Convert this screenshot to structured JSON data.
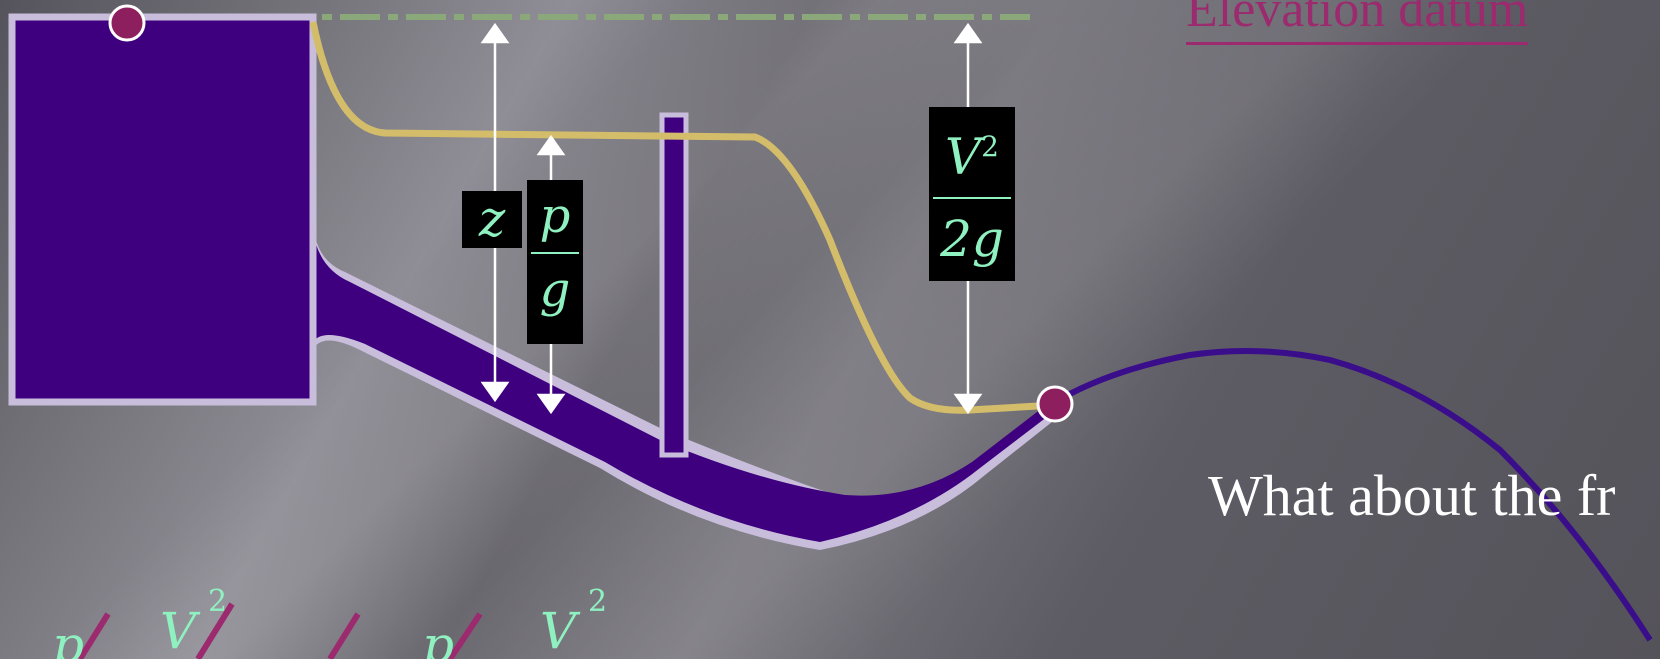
{
  "labels": {
    "elevation_datum": "Elevation datum",
    "question": "What about the fr",
    "z_symbol": "z",
    "p_numerator": "p",
    "p_denominator": "g",
    "v_numerator": "V",
    "v_exponent": "2",
    "v_denominator": "2g"
  },
  "bottom_equation": {
    "p1": "p",
    "v1": "V",
    "v1_exp": "2",
    "p2": "p",
    "v2": "V",
    "v2_exp": "2"
  },
  "colors": {
    "reservoir_fill": "#3f0080",
    "pipe_outline": "#c8bedc",
    "hgl_line": "#d4bd6a",
    "datum_line": "#8aa87a",
    "marker": "#8e1f5e",
    "label_text": "#8ff0c0",
    "datum_text": "#9b2a6e",
    "discharge_curve": "#3a0d8a"
  },
  "icons": {
    "reservoir_marker": "circle-marker",
    "outlet_marker": "circle-marker",
    "dimension_arrows": "double-arrow"
  }
}
